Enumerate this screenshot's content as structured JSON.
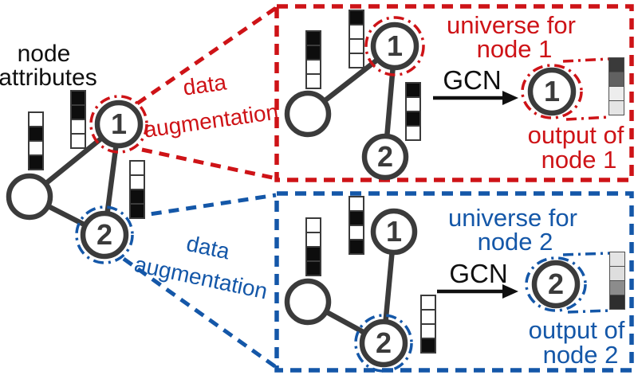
{
  "colors": {
    "red": "#ce1317",
    "blue": "#1457a8",
    "ink": "#3b3b3b",
    "black": "#0d0d0d",
    "white": "#ffffff"
  },
  "legend": {
    "line1": "node",
    "line2": "attributes"
  },
  "node_labels": {
    "node1": "1",
    "node2": "2"
  },
  "red_panel": {
    "augmentation_line1": "data",
    "augmentation_line2": "augmentation",
    "universe_line1": "universe for",
    "universe_line2": "node 1",
    "gcn_label": "GCN",
    "output_line1": "output of",
    "output_line2": "node 1"
  },
  "blue_panel": {
    "augmentation_line1": "data",
    "augmentation_line2": "augmentation",
    "universe_line1": "universe for",
    "universe_line2": "node 2",
    "gcn_label": "GCN",
    "output_line1": "output of",
    "output_line2": "node 2"
  },
  "bars": {
    "main_left_node": [
      "white",
      "black",
      "white",
      "black"
    ],
    "main_node1": [
      "black",
      "black",
      "white",
      "white"
    ],
    "main_node2": [
      "white",
      "white",
      "black",
      "black"
    ],
    "red_universe_left_node": [
      "black",
      "black",
      "white",
      "white"
    ],
    "red_universe_node1": [
      "black",
      "white",
      "white",
      "white"
    ],
    "red_universe_node2": [
      "black",
      "white",
      "black",
      "white"
    ],
    "blue_universe_left_node": [
      "white",
      "white",
      "black",
      "black"
    ],
    "blue_universe_node1": [
      "white",
      "black",
      "white",
      "black"
    ],
    "blue_universe_node2": [
      "white",
      "white",
      "white",
      "black"
    ],
    "output_node1": [
      "#3a3a3a",
      "#616161",
      "#ededed",
      "#e5e5e5"
    ],
    "output_node2": [
      "#e4e4e4",
      "#dedede",
      "#8c8c8c",
      "#2e2e2e"
    ]
  }
}
